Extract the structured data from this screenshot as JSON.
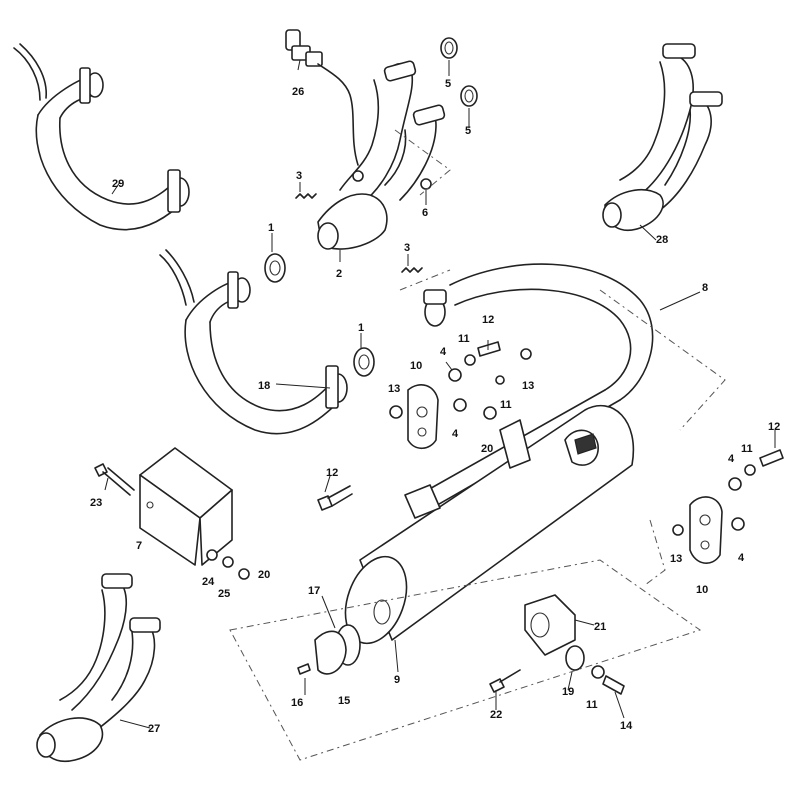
{
  "callouts": {
    "c1a": "1",
    "c1b": "1",
    "c2": "2",
    "c3a": "3",
    "c3b": "3",
    "c4a": "4",
    "c4b": "4",
    "c4c": "4",
    "c4d": "4",
    "c5a": "5",
    "c5b": "5",
    "c6": "6",
    "c7": "7",
    "c8": "8",
    "c9": "9",
    "c10a": "10",
    "c10b": "10",
    "c11a": "11",
    "c11b": "11",
    "c11c": "11",
    "c11d": "11",
    "c12a": "12",
    "c12b": "12",
    "c12c": "12",
    "c13a": "13",
    "c13b": "13",
    "c13c": "13",
    "c14": "14",
    "c15": "15",
    "c16": "16",
    "c17": "17",
    "c18": "18",
    "c19": "19",
    "c20a": "20",
    "c20b": "20",
    "c21": "21",
    "c22": "22",
    "c23": "23",
    "c24": "24",
    "c25": "25",
    "c26": "26",
    "c27": "27",
    "c28": "28",
    "c29": "29"
  },
  "colors": {
    "line": "#222222",
    "background": "#ffffff"
  }
}
